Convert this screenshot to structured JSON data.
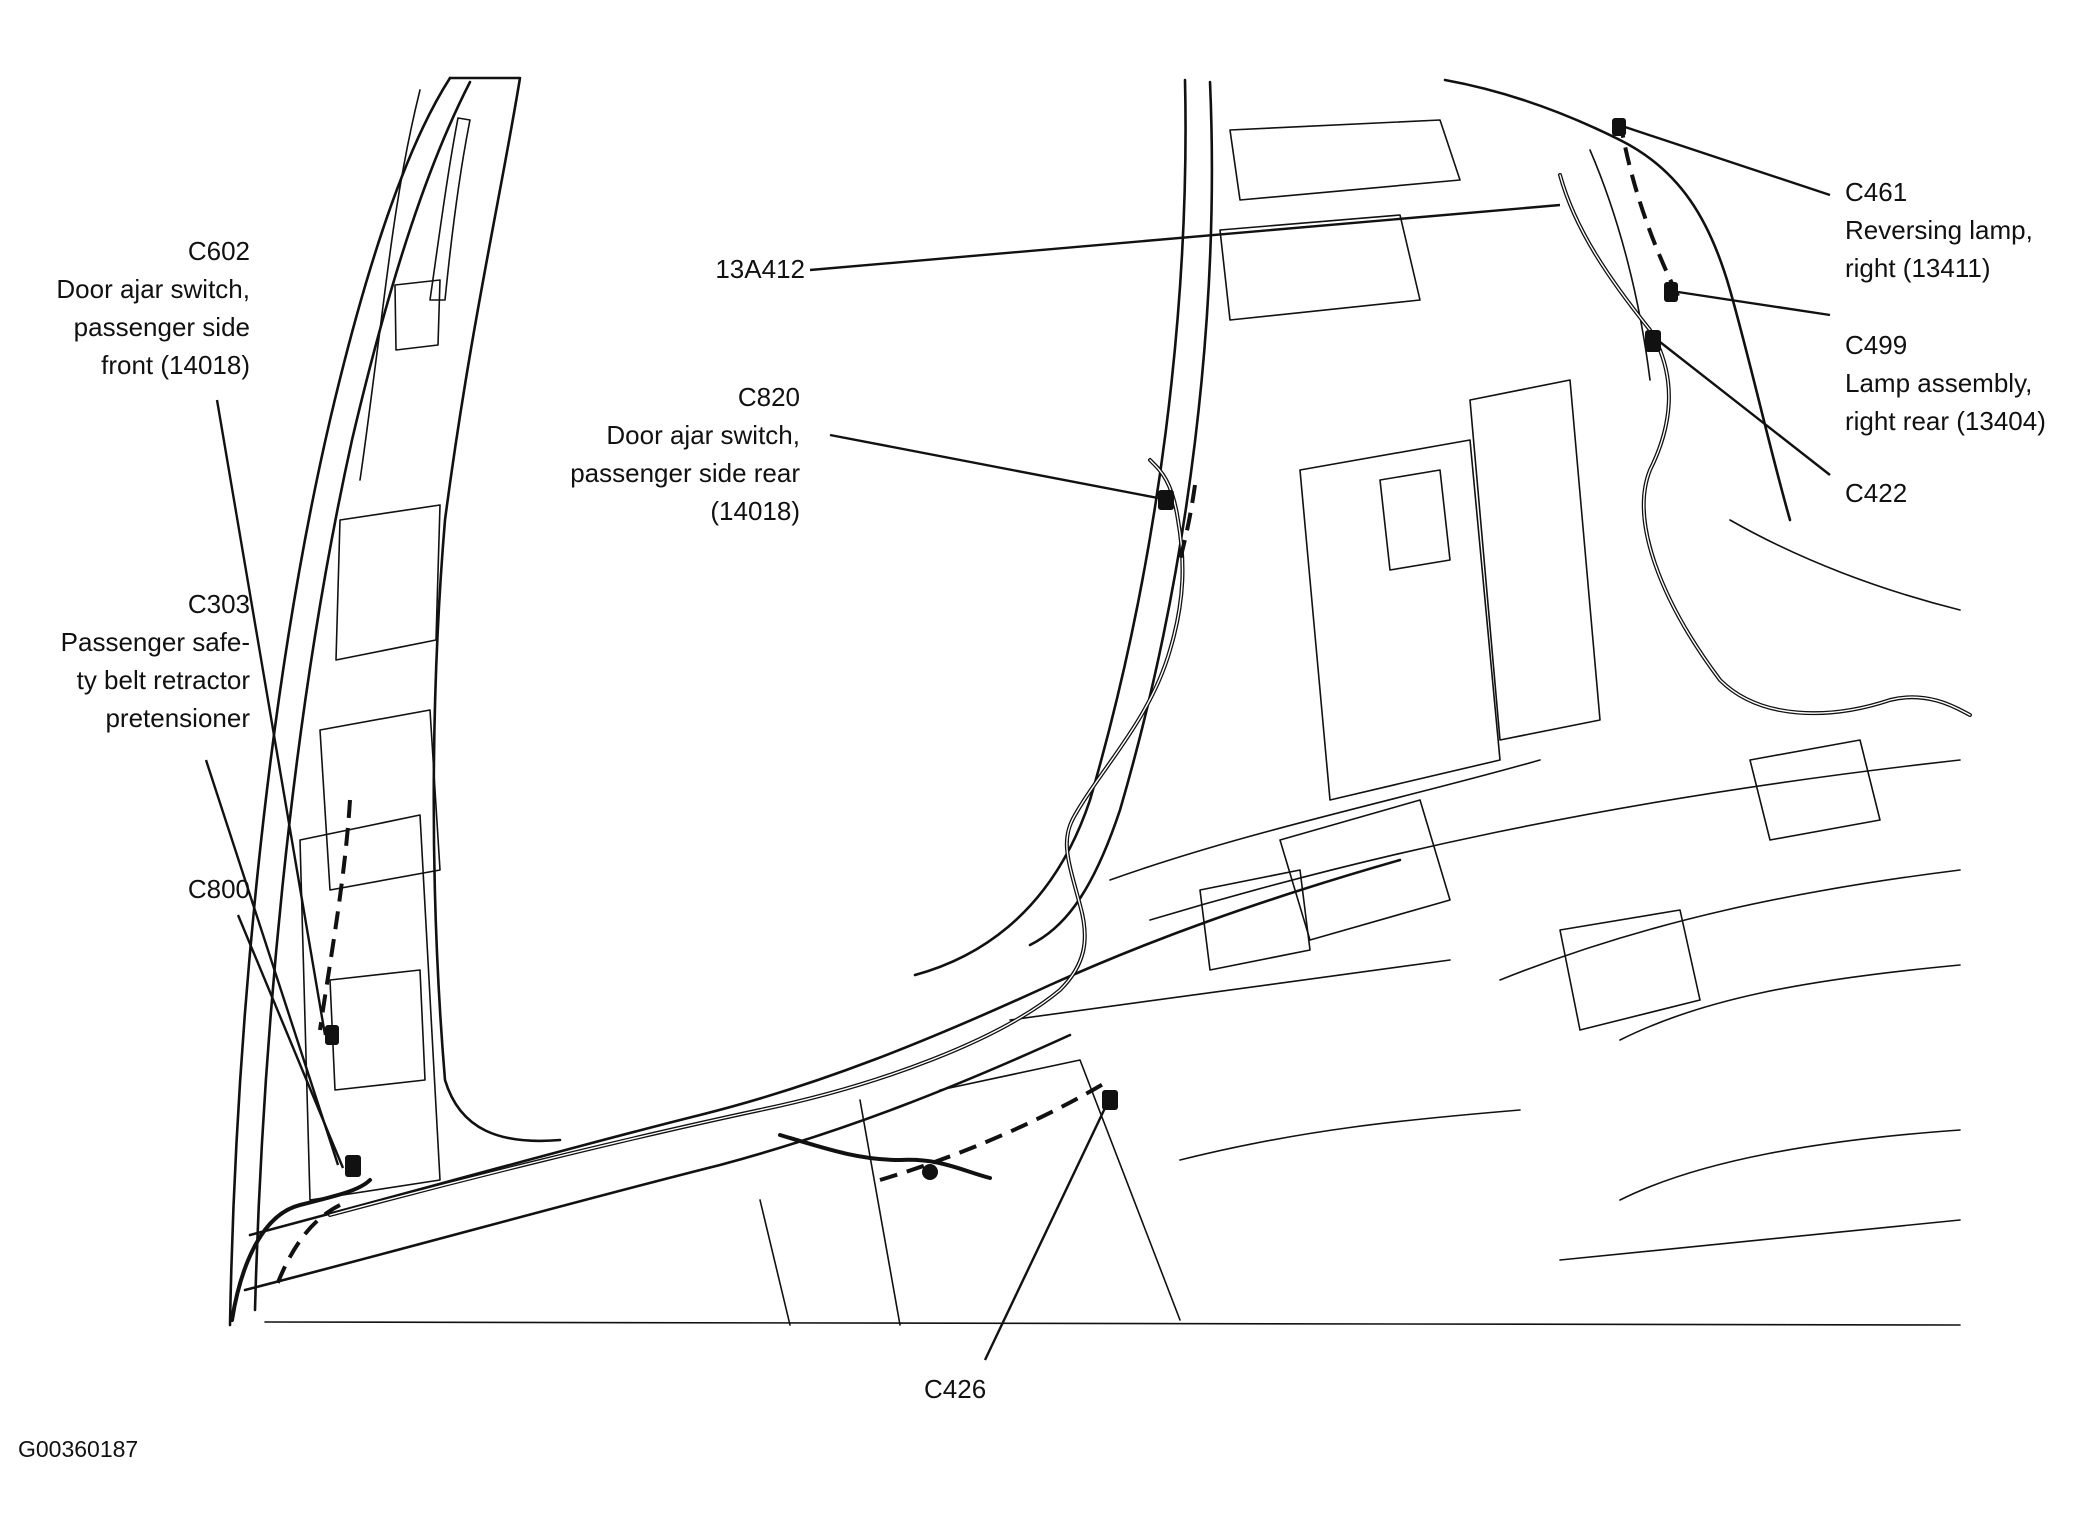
{
  "figure_id": "G00360187",
  "colors": {
    "line": "#111111",
    "background": "#ffffff"
  },
  "callouts": {
    "c602": {
      "code": "C602",
      "lines": [
        "Door ajar switch,",
        "passenger side",
        "front (14018)"
      ]
    },
    "c303": {
      "code": "C303",
      "lines": [
        "Passenger safe-",
        "ty belt retractor",
        "pretensioner"
      ]
    },
    "c800": {
      "code": "C800"
    },
    "c820": {
      "code": "C820",
      "lines": [
        "Door ajar switch,",
        "passenger side rear",
        "(14018)"
      ]
    },
    "harness": {
      "code": "13A412"
    },
    "c461": {
      "code": "C461",
      "lines": [
        "Reversing lamp,",
        "right (13411)"
      ]
    },
    "c499": {
      "code": "C499",
      "lines": [
        "Lamp assembly,",
        "right rear (13404)"
      ]
    },
    "c422": {
      "code": "C422"
    },
    "c426": {
      "code": "C426"
    }
  }
}
